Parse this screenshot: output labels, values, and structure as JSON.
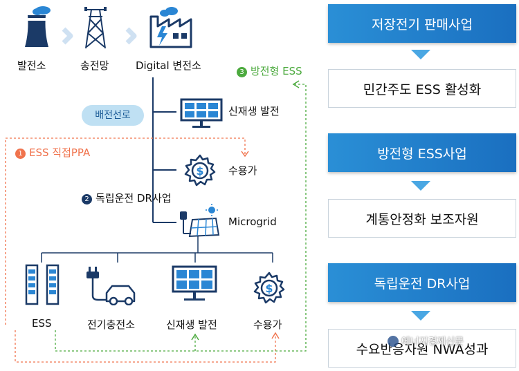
{
  "top_row": {
    "power_plant": "발전소",
    "transmission": "송전망",
    "substation": "Digital 변전소"
  },
  "branch": {
    "renewable": "신재생 발전",
    "consumer": "수용가",
    "microgrid": "Microgrid"
  },
  "distribution_line_label": "배전선로",
  "tags": {
    "ess_ppa": {
      "number": "1",
      "text": "ESS 직접PPA"
    },
    "dr_business": {
      "number": "2",
      "text": "독립운전 DR사업"
    },
    "grid_ess": {
      "number": "3",
      "text": "방전형 ESS"
    }
  },
  "bottom_row": {
    "ess": "ESS",
    "ev_charger": "전기충전소",
    "renewable": "신재생 발전",
    "consumer": "수용가"
  },
  "right_panels": [
    {
      "text": "저장전기 판매사업",
      "style": "dark"
    },
    {
      "text": "민간주도 ESS 활성화",
      "style": "light"
    },
    {
      "text": "방전형 ESS사업",
      "style": "dark"
    },
    {
      "text": "계통안정화 보조자원",
      "style": "light"
    },
    {
      "text": "독립운전 DR사업",
      "style": "dark"
    },
    {
      "text": "수요반응자원 NWA성과",
      "style": "light"
    }
  ],
  "watermark": "에너지경제신문",
  "colors": {
    "icon_navy": "#1b3a67",
    "icon_blue": "#2a86d4",
    "orange": "#f0734d",
    "green": "#4caa3e",
    "panel_dark": "#1a6fc0",
    "chevron": "#4aa7e3"
  }
}
